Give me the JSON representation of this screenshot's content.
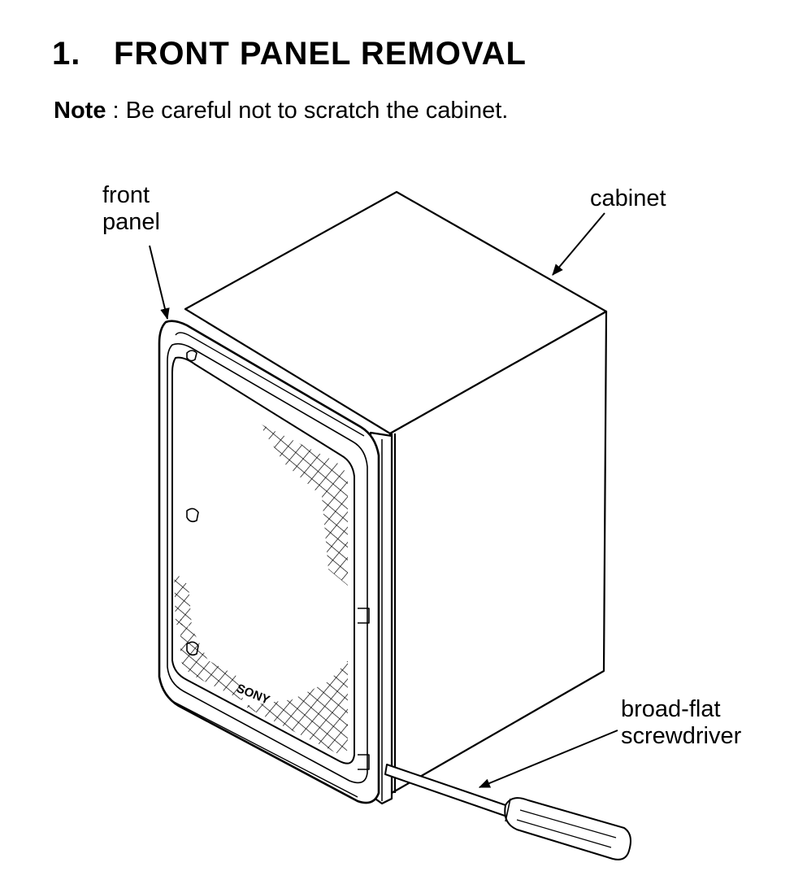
{
  "heading": {
    "number": "1.",
    "title": "FRONT PANEL REMOVAL"
  },
  "note": {
    "label": "Note",
    "separator": " : ",
    "text": "Be careful not to scratch the cabinet."
  },
  "labels": {
    "front_panel": [
      "front",
      "panel"
    ],
    "cabinet": "cabinet",
    "screwdriver": [
      "broad-flat",
      "screwdriver"
    ]
  },
  "panel_logo": "SONY"
}
